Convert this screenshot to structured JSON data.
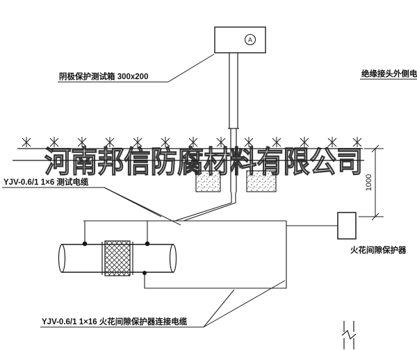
{
  "diagram": {
    "watermark": "河南邦信防腐材料有限公司",
    "labels": {
      "test_box": "阴极保护测试箱 300x200",
      "insulated_joint_cable": "绝缘接头外侧电缆",
      "test_cable": "YJV-0.6/1 1×6 测试电缆",
      "spark_gap_protector": "火花间隙保护器",
      "connect_cable": "YJV-0.6/1 1×16 火花间隙保护器连接电缆",
      "dimension_1000": "1000",
      "ammeter": "A"
    },
    "colors": {
      "line": "#1a1a1a",
      "background": "#ffffff"
    }
  }
}
